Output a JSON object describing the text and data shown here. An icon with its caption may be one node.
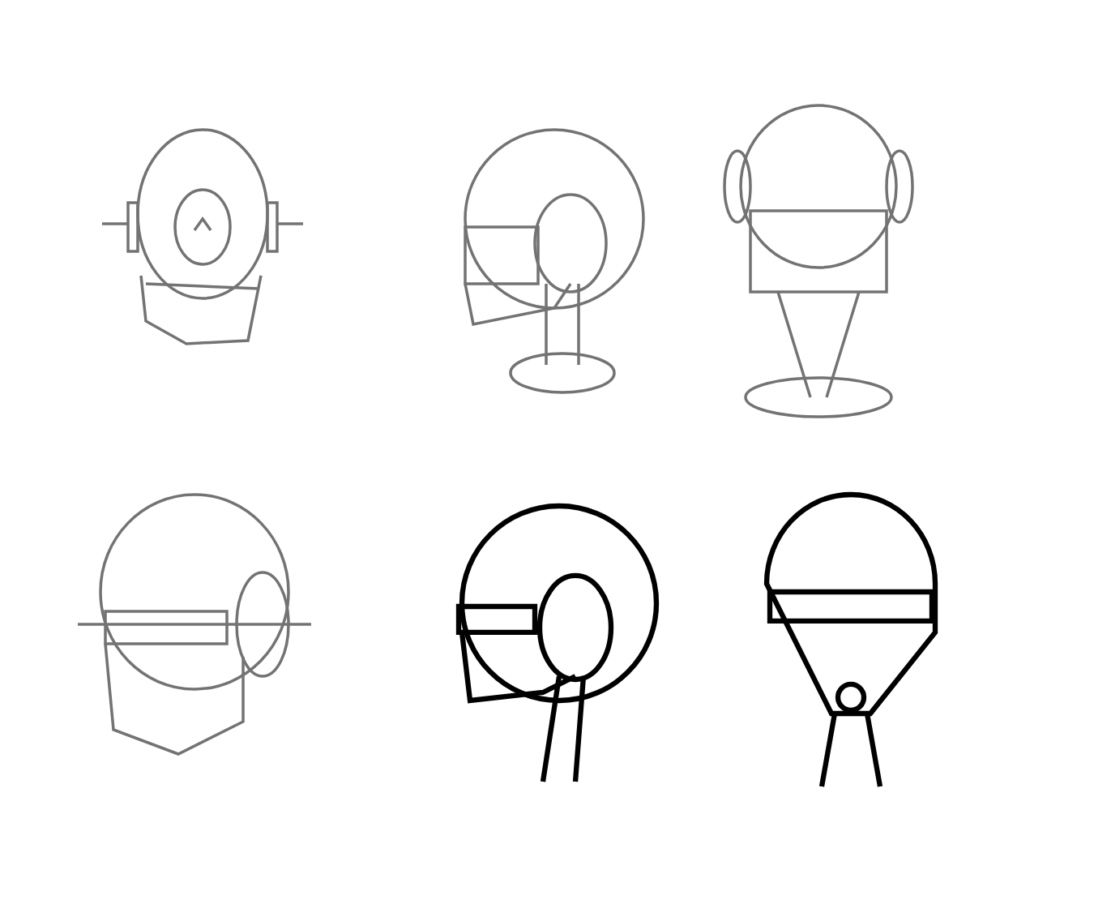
{
  "diagram": {
    "nodes": [
      {
        "text": [],
        "shape": "picture"
      },
      {
        "text": [],
        "shape": "picture"
      },
      {
        "text": [],
        "shape": "picture"
      },
      {
        "text": [],
        "shape": "picture"
      },
      {
        "text": [],
        "shape": "picture"
      },
      {
        "text": [],
        "shape": "picture"
      }
    ]
  }
}
